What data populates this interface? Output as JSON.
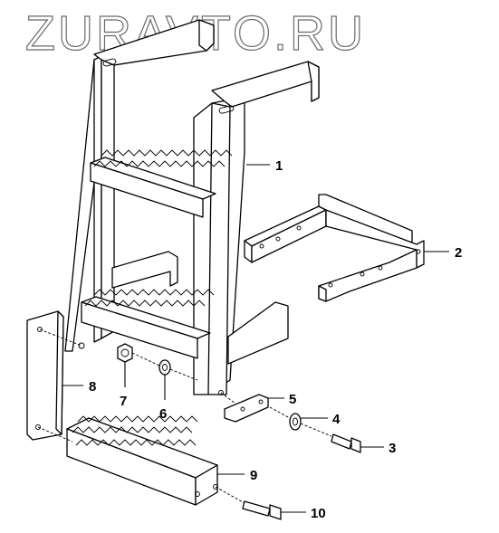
{
  "watermark": "ZURAVTO.RU",
  "parts": [
    {
      "id": "ladder-frame",
      "label": "1"
    },
    {
      "id": "mounting-bracket",
      "label": "2"
    },
    {
      "id": "bolt-long",
      "label": "3"
    },
    {
      "id": "washer-large",
      "label": "4"
    },
    {
      "id": "spacer-plate",
      "label": "5"
    },
    {
      "id": "washer-small",
      "label": "6"
    },
    {
      "id": "nut",
      "label": "7"
    },
    {
      "id": "side-plate",
      "label": "8"
    },
    {
      "id": "bottom-step",
      "label": "9"
    },
    {
      "id": "bolt-short",
      "label": "10"
    }
  ]
}
